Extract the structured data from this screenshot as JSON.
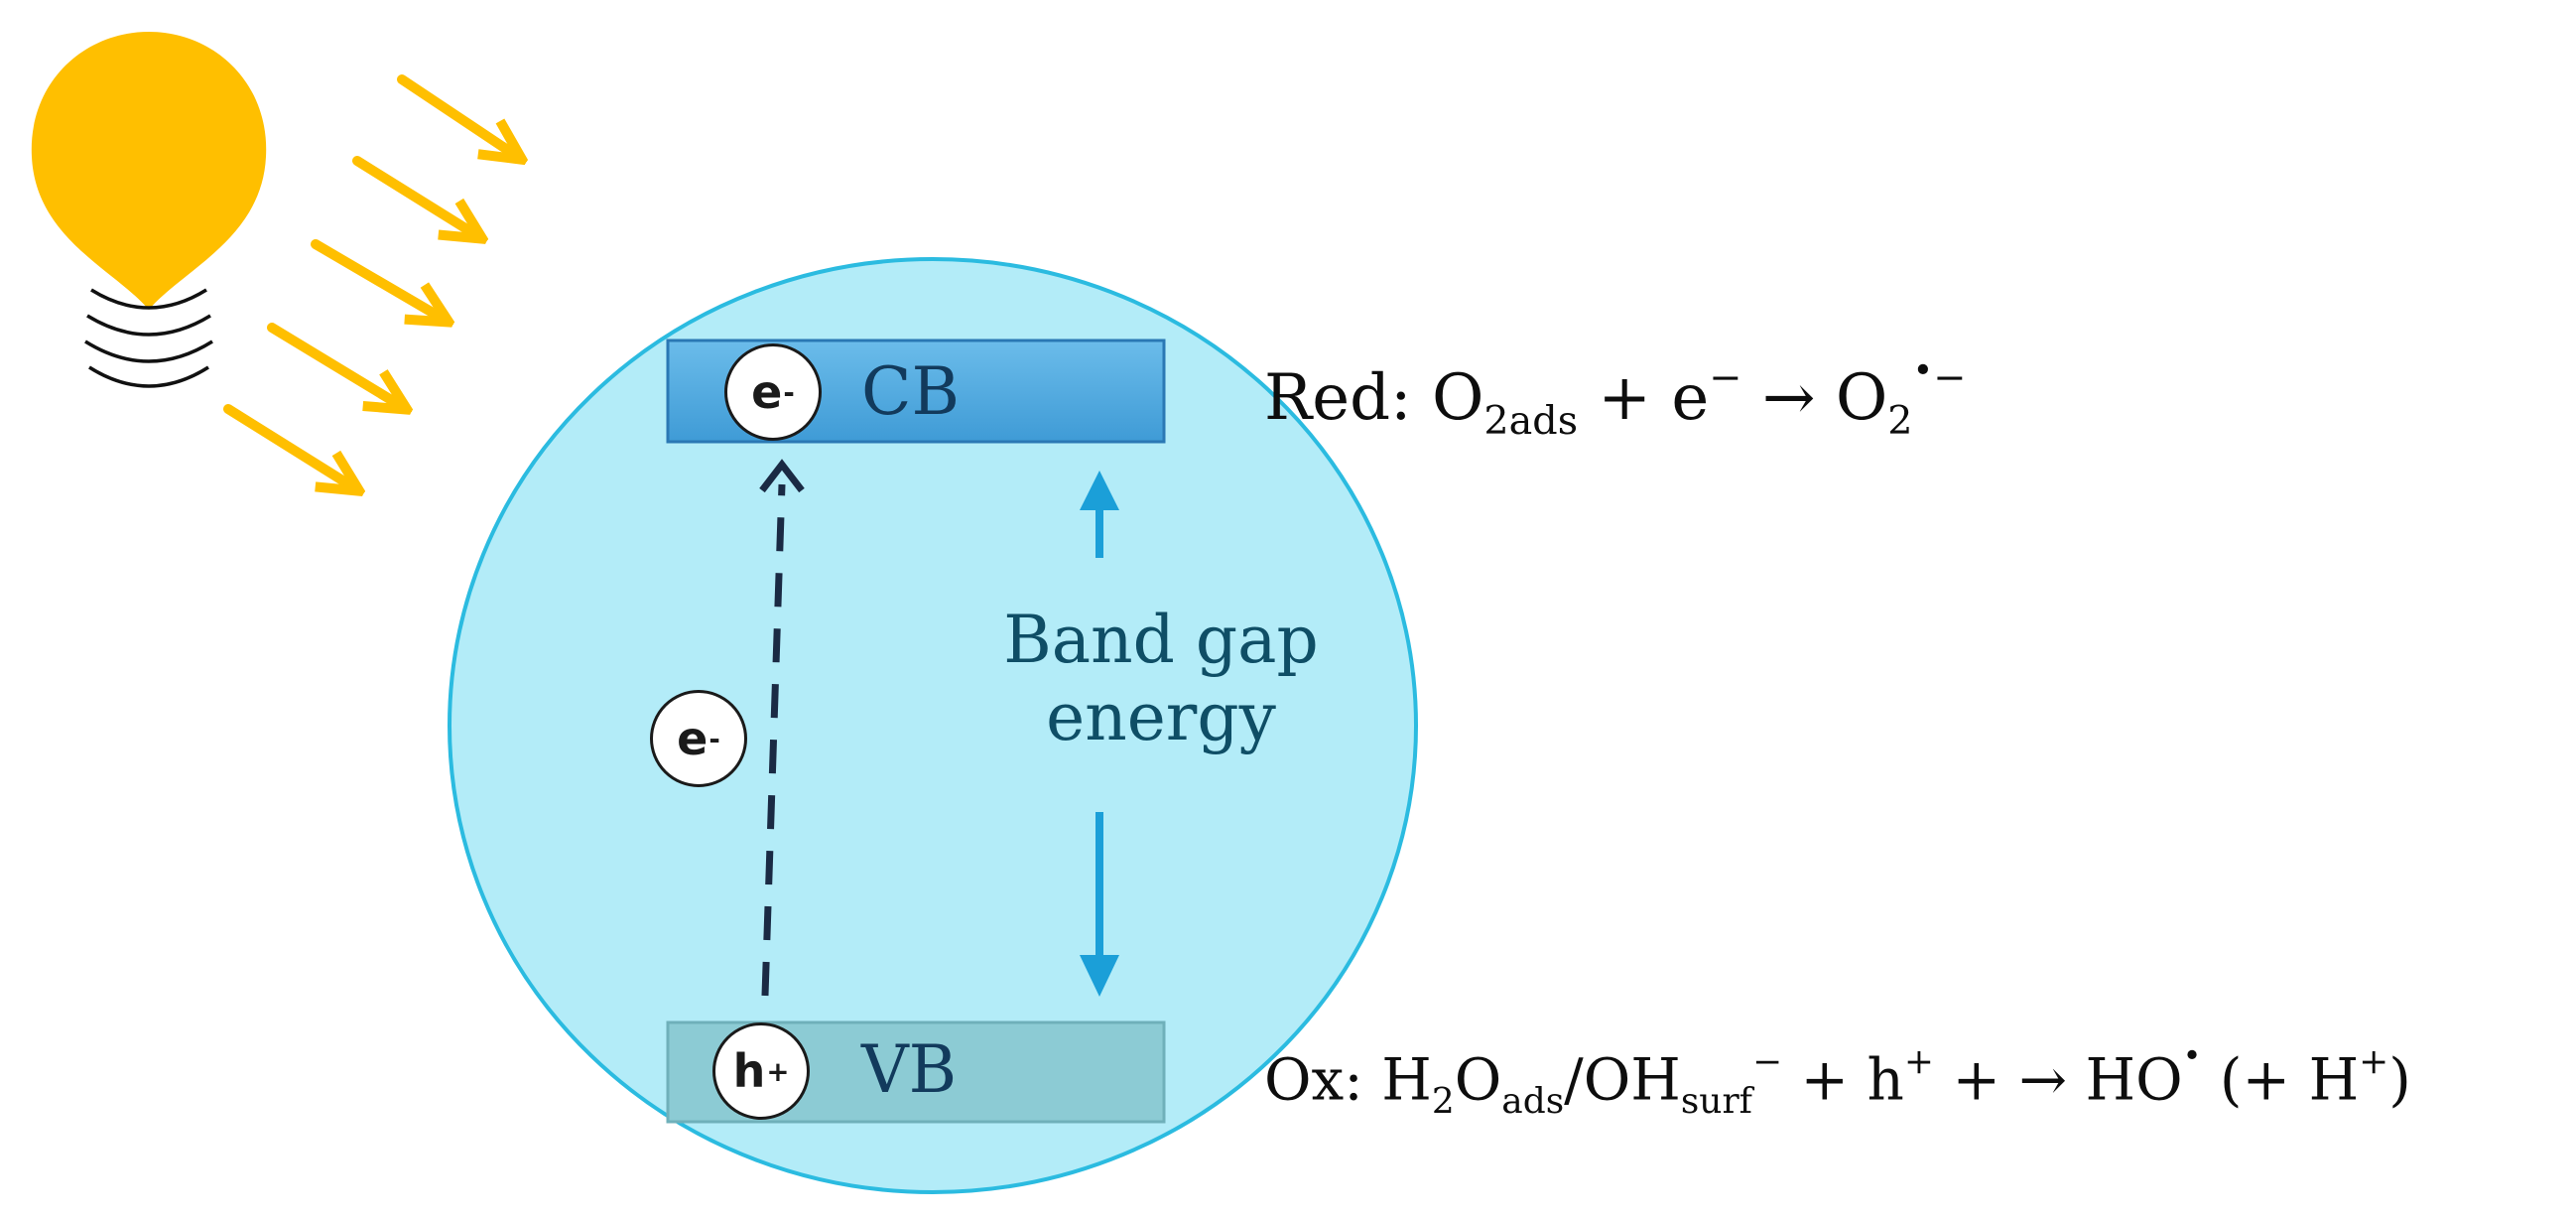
{
  "bands": {
    "cb_label": "CB",
    "vb_label": "VB"
  },
  "band_gap": {
    "line1": "Band gap",
    "line2": "energy"
  },
  "carriers": {
    "electron_symbol": "e",
    "electron_charge": "-",
    "hole_symbol": "h",
    "hole_charge": "+"
  },
  "reduction": {
    "prefix": "Red: O",
    "sub1": "2ads",
    "mid": " + e",
    "sup1": "−",
    "arrow": " → O",
    "sub2": "2",
    "radical": "•",
    "sup2": "−"
  },
  "oxidation": {
    "prefix": "Ox: H",
    "sub1": "2",
    "p2": "O",
    "sub2": "ads",
    "p3": "/OH",
    "sub3": "surf",
    "sup3": "−",
    "p4": " + h",
    "sup4": "+",
    "p5": " + → HO",
    "radical": "•",
    "p6": " (+ H",
    "sup6": "+",
    "p7": ")"
  },
  "colors": {
    "particle_fill": "#b3ecf8",
    "particle_stroke": "#2bbbe0",
    "cb_fill": "#58aee2",
    "vb_fill": "#8ccbd4",
    "gap_arrow": "#1b9fd8",
    "sun": "#ffbf00",
    "rays": "#ffbf00"
  }
}
